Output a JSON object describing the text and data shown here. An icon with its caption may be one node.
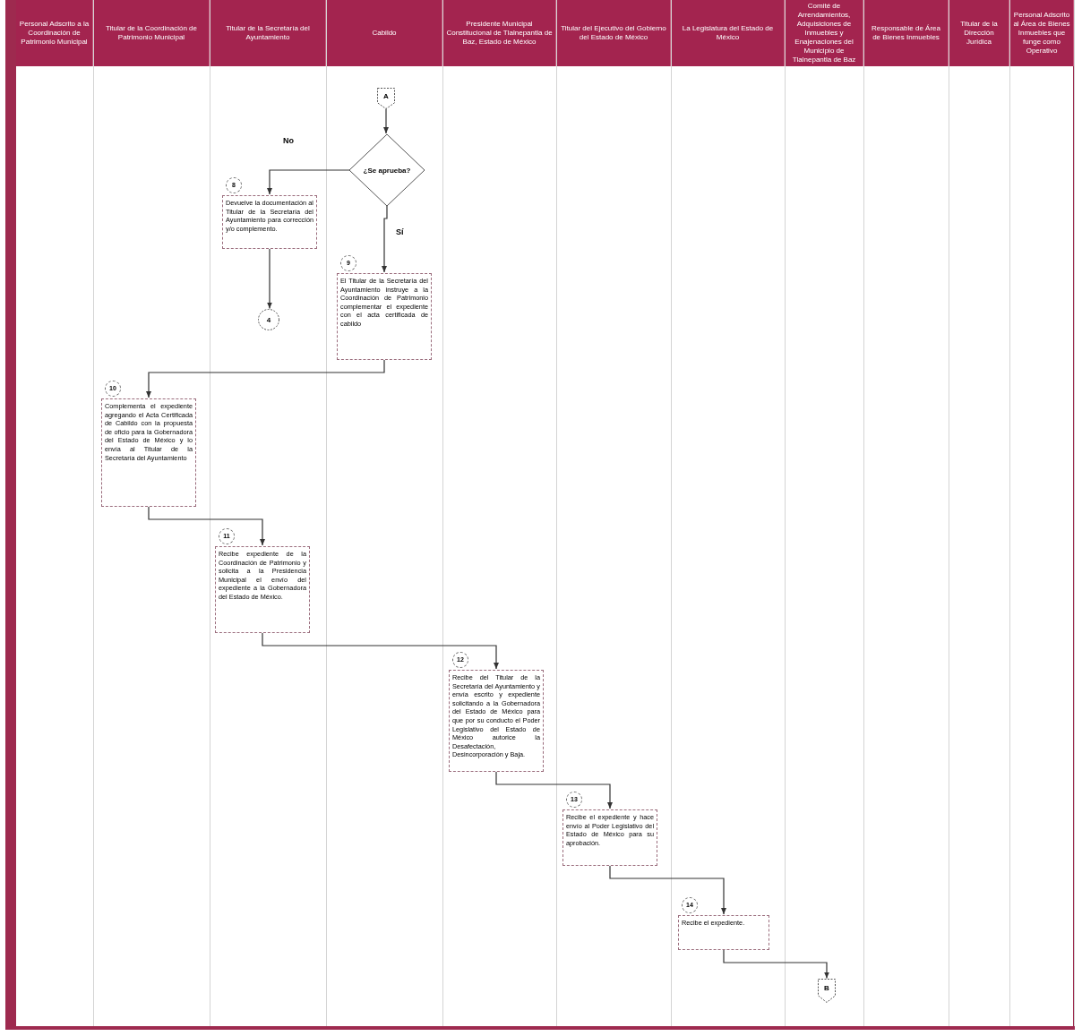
{
  "diagram": {
    "nodes": [
      {
        "text": [
          "Personal Adscrito a la Coordinación de Patrimonio Municipal"
        ]
      },
      {
        "text": [
          "Titular de la Coordinación de Patrimonio Municipal"
        ]
      },
      {
        "text": [
          "Titular de la Secretaría del Ayuntamiento"
        ]
      },
      {
        "text": [
          "Cabildo"
        ]
      },
      {
        "text": [
          "Presidente Municipal Constitucional de Tlalnepantla de Baz, Estado de México"
        ]
      },
      {
        "text": [
          "Titular del Ejecutivo del Gobierno del Estado de México"
        ]
      },
      {
        "text": [
          "La Legislatura del Estado de México"
        ]
      },
      {
        "text": [
          "Comité de Arrendamientos, Adquisiciones de Inmuebles y Enajenaciones del Municipio de Tlalnepantla de Baz"
        ]
      },
      {
        "text": [
          "Responsable de Área de Bienes Inmuebles"
        ]
      },
      {
        "text": [
          "Titular de la Dirección Jurídica"
        ]
      },
      {
        "text": [
          "Personal Adscrito al Área de Bienes Inmuebles que funge como Operativo"
        ]
      },
      {
        "text": [
          "A"
        ],
        "in": 3
      },
      {
        "text": [
          "¿Se aprueba?"
        ],
        "in": 3
      },
      {
        "text": [
          "8",
          "Devuelve la documentación al Titular de la Secretaría del Ayuntamiento para corrección y/o complemento."
        ],
        "in": 2
      },
      {
        "text": [
          "4"
        ],
        "in": 2
      },
      {
        "text": [
          "9",
          "El Titular de la Secretaría del Ayuntamiento instruye a la Coordinación de Patrimonio complementar el expediente con el acta certificada de cabildo"
        ],
        "in": 3
      },
      {
        "text": [
          "10",
          "Complementa el expediente agregando el Acta Certificada de Cabildo con la propuesta de oficio para la Gobernadora del Estado de México y lo envía al Titular de la Secretaría del Ayuntamiento"
        ],
        "in": 1
      },
      {
        "text": [
          "11",
          "Recibe expediente de la Coordinación de Patrimonio y solicita a la Presidencia Municipal el envío del expediente a la Gobernadora del Estado de México."
        ],
        "in": 2
      },
      {
        "text": [
          "12",
          "Recibe del Titular de la Secretaría del Ayuntamiento y envía escrito y expediente solicitando a la Gobernadora del Estado de México para que por su conducto el Poder Legislativo del Estado de México autorice la Desafectación, Desincorporación y Baja."
        ],
        "in": 4
      },
      {
        "text": [
          "13",
          "Recibe el expediente y hace envío al Poder Legislativo del Estado de México para su aprobación."
        ],
        "in": 5
      },
      {
        "text": [
          "14",
          "Recibe el expediente."
        ],
        "in": 6
      },
      {
        "text": [
          "B"
        ],
        "in": 7
      }
    ],
    "edges": [
      {
        "from": 11,
        "to": 12,
        "arrow": "to"
      },
      {
        "from": 12,
        "to": 13,
        "arrow": "to",
        "label": "No"
      },
      {
        "from": 12,
        "to": 15,
        "arrow": "to",
        "label": "Sí"
      },
      {
        "from": 13,
        "to": 14,
        "arrow": "to"
      },
      {
        "from": 15,
        "to": 16,
        "arrow": "to"
      },
      {
        "from": 16,
        "to": 17,
        "arrow": "to"
      },
      {
        "from": 17,
        "to": 18,
        "arrow": "to"
      },
      {
        "from": 18,
        "to": 19,
        "arrow": "to"
      },
      {
        "from": 19,
        "to": 20,
        "arrow": "to"
      },
      {
        "from": 20,
        "to": 21,
        "arrow": "to"
      }
    ]
  }
}
